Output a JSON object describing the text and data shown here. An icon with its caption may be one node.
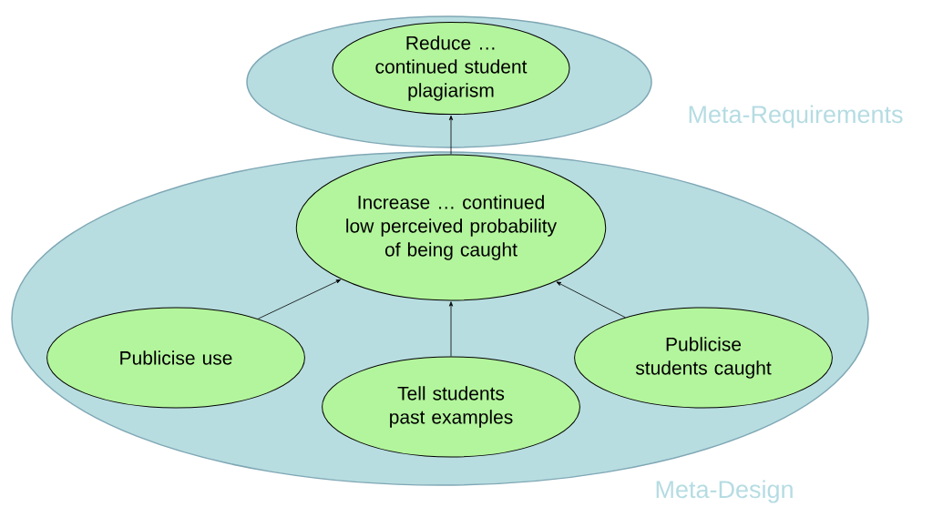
{
  "diagram": {
    "nodes": [
      {
        "text": [
          "Meta-Requirements"
        ]
      },
      {
        "text": [
          "Reduce … continued student plagiarism"
        ],
        "in": 0
      },
      {
        "text": [
          "Meta-Design"
        ]
      },
      {
        "text": [
          "Increase … continued low perceived probability of being caught"
        ],
        "in": 2
      },
      {
        "text": [
          "Publicise use"
        ],
        "in": 2
      },
      {
        "text": [
          "Tell students past examples"
        ],
        "in": 2
      },
      {
        "text": [
          "Publicise students caught"
        ],
        "in": 2
      }
    ],
    "edges": [
      {
        "from": 3,
        "to": 1,
        "arrow": "to"
      },
      {
        "from": 4,
        "to": 3,
        "arrow": "to"
      },
      {
        "from": 5,
        "to": 3,
        "arrow": "to"
      },
      {
        "from": 6,
        "to": 3,
        "arrow": "to"
      }
    ]
  }
}
